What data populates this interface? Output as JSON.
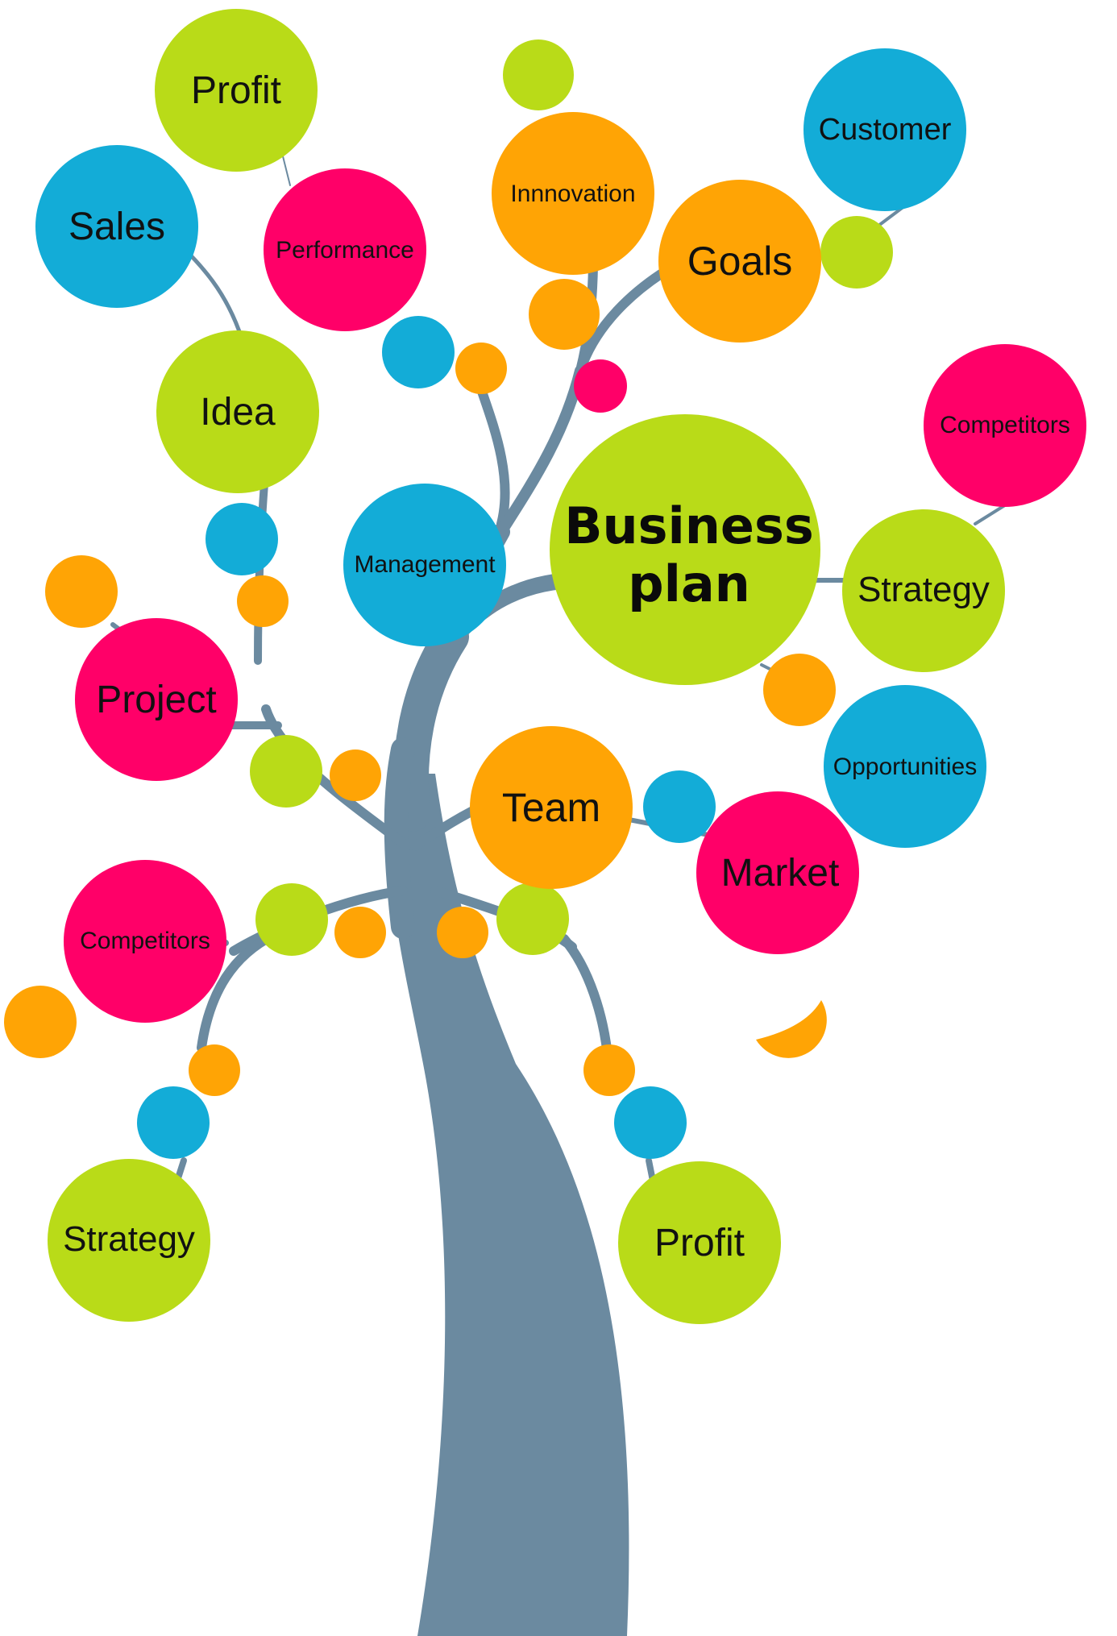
{
  "colors": {
    "trunk": "#6b8aa0",
    "green": "#b9db18",
    "blue": "#13acd7",
    "pink": "#ff0068",
    "orange": "#ffa405"
  },
  "labels": {
    "profit_top": "Profit",
    "sales": "Sales",
    "performance": "Performance",
    "innovation": "Innnovation",
    "customer": "Customer",
    "goals": "Goals",
    "idea": "Idea",
    "competitors_right": "Competitors",
    "business_line1": "Business",
    "business_line2": "plan",
    "management": "Management",
    "strategy_right": "Strategy",
    "project": "Project",
    "opportunities": "Opportunities",
    "team": "Team",
    "market": "Market",
    "competitors_left": "Competitors",
    "strategy_bottom": "Strategy",
    "profit_bottom": "Profit"
  }
}
